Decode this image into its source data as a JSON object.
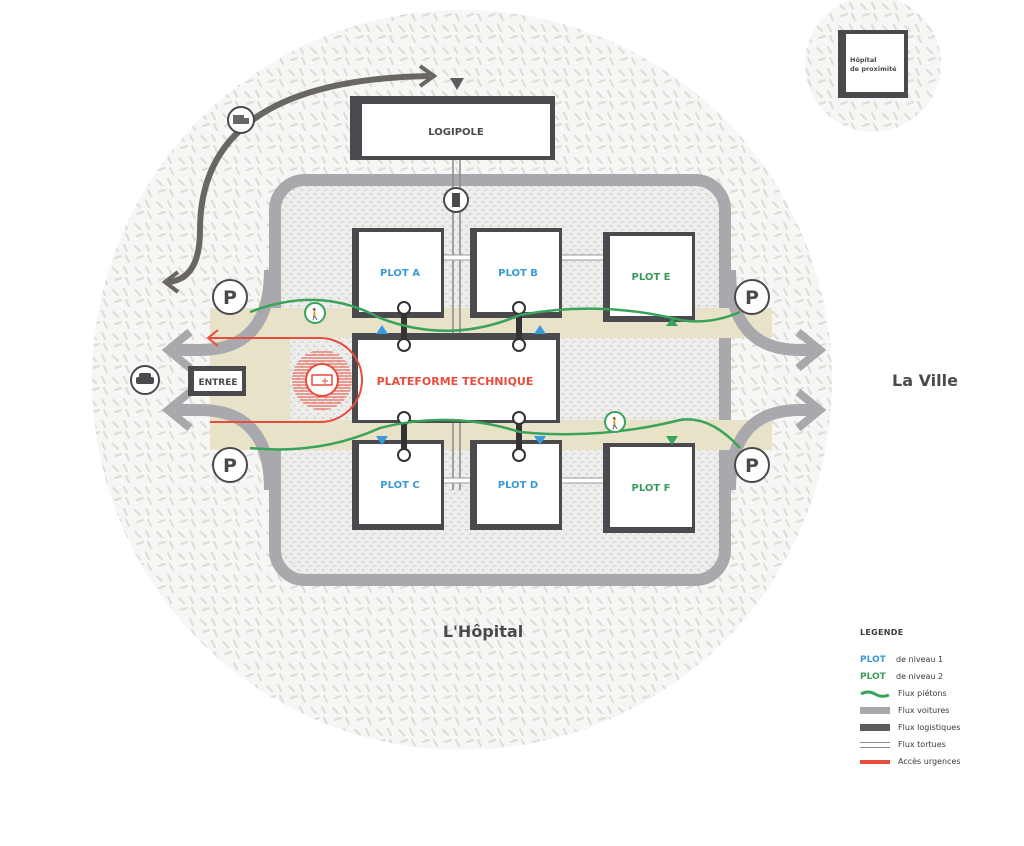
{
  "diagram": {
    "labels": {
      "hospital": "L'Hôpital",
      "city": "La Ville",
      "entrance": "ENTREE",
      "logipole": "LOGIPOLE",
      "technical_platform": "PLATEFORME TECHNIQUE",
      "proximity_hospital_line1": "Hôpital",
      "proximity_hospital_line2": "de proximité",
      "parking": "P"
    },
    "plots": [
      {
        "id": "A",
        "label": "PLOT A",
        "level": 1
      },
      {
        "id": "B",
        "label": "PLOT B",
        "level": 1
      },
      {
        "id": "C",
        "label": "PLOT C",
        "level": 1
      },
      {
        "id": "D",
        "label": "PLOT D",
        "level": 1
      },
      {
        "id": "E",
        "label": "PLOT E",
        "level": 2
      },
      {
        "id": "F",
        "label": "PLOT F",
        "level": 2
      }
    ],
    "icons": [
      "truck-icon",
      "elevator-icon",
      "car-icon",
      "ambulance-icon",
      "pedestrian-icon",
      "parking-icon"
    ]
  },
  "legend": {
    "title": "LEGENDE",
    "items": [
      {
        "swatch_text": "PLOT",
        "label": "de niveau 1",
        "color": "#3a9ad9"
      },
      {
        "swatch_text": "PLOT",
        "label": "de niveau 2",
        "color": "#3a9a5a"
      },
      {
        "label": "Flux piétons",
        "color": "#3aa35a"
      },
      {
        "label": "Flux voitures",
        "color": "#a9a9ad"
      },
      {
        "label": "Flux logistiques",
        "color": "#5e5c5a"
      },
      {
        "label": "Flux tortues",
        "color": "#8a8a8a"
      },
      {
        "label": "Accès urgences",
        "color": "#e84c3d"
      }
    ]
  },
  "colors": {
    "level1": "#3a9ad9",
    "level2": "#3a9a5a",
    "pedestrian": "#3aa35a",
    "car": "#a9a9ad",
    "logistics": "#5e5c5a",
    "emergency": "#e84c3d",
    "corridor": "#e8e2c8",
    "dark": "#4a4a4e"
  }
}
